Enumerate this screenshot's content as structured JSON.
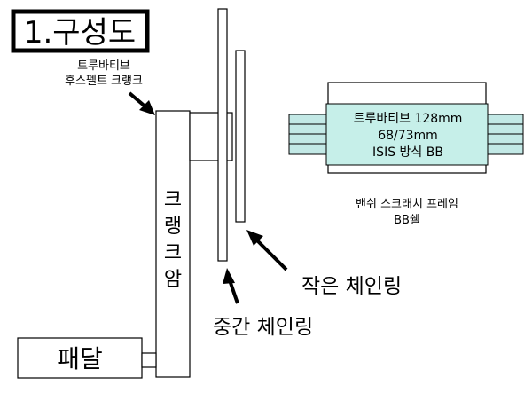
{
  "title": "1.구성도",
  "crank_label": [
    "트루바티브",
    "후스펠트 크랭크"
  ],
  "crank_arm": [
    "크",
    "랭",
    "크",
    "암"
  ],
  "pedal": "패달",
  "middle_chainring": "중간 체인링",
  "small_chainring": "작은 체인링",
  "bb_text": [
    "트루바티브 128mm",
    "68/73mm",
    "ISIS 방식 BB"
  ],
  "bb_shell_label": [
    "밴쉬 스크래치 프레임",
    "BB쉘"
  ],
  "colors": {
    "bb_fill": "#c6efe9",
    "spindle_fill": "#c3e9e6"
  }
}
